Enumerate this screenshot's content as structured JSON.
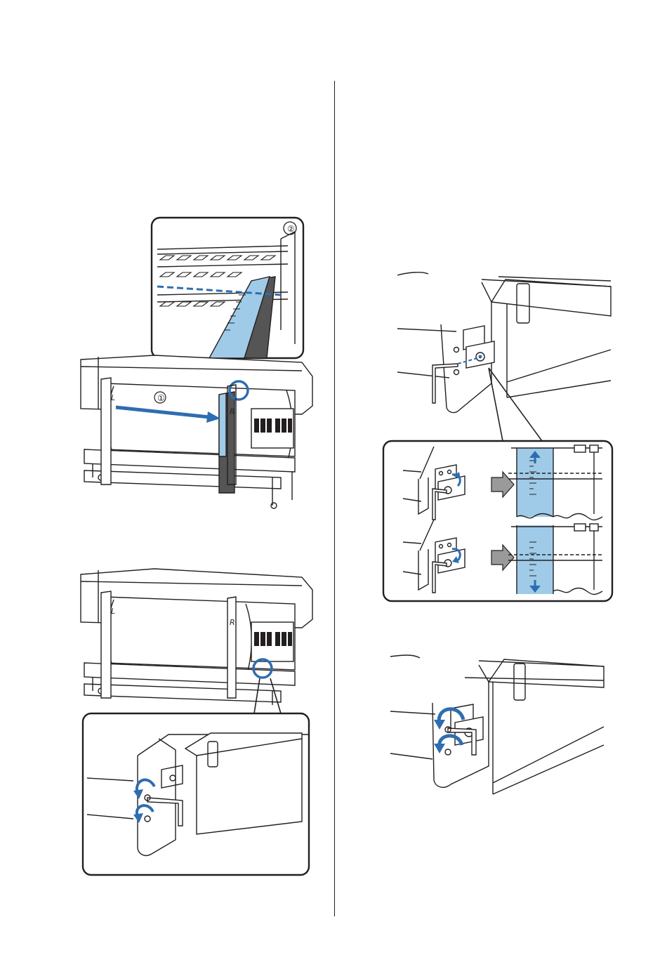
{
  "figures": {
    "fig1": {
      "callouts": [
        "①",
        "②"
      ],
      "labels": [
        "L",
        "R"
      ]
    },
    "fig2": {
      "labels": [
        "L",
        "R"
      ]
    }
  },
  "colors": {
    "accent": "#2e6db0",
    "light_blue": "#9fcbe8",
    "dark_band": "#555555",
    "line": "#231f20",
    "arrow_gray": "#9a9a9a"
  }
}
